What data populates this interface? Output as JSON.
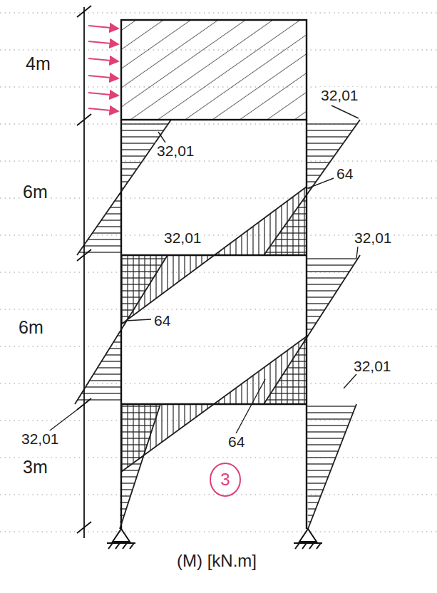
{
  "diagram": {
    "labels": [
      "4m",
      "32,01",
      "32,01",
      "6m",
      "64",
      "32,01",
      "32,01",
      "6m",
      "64",
      "32,01",
      "32,01",
      "64",
      "3m",
      "3",
      "(M) [kN.m]"
    ]
  }
}
